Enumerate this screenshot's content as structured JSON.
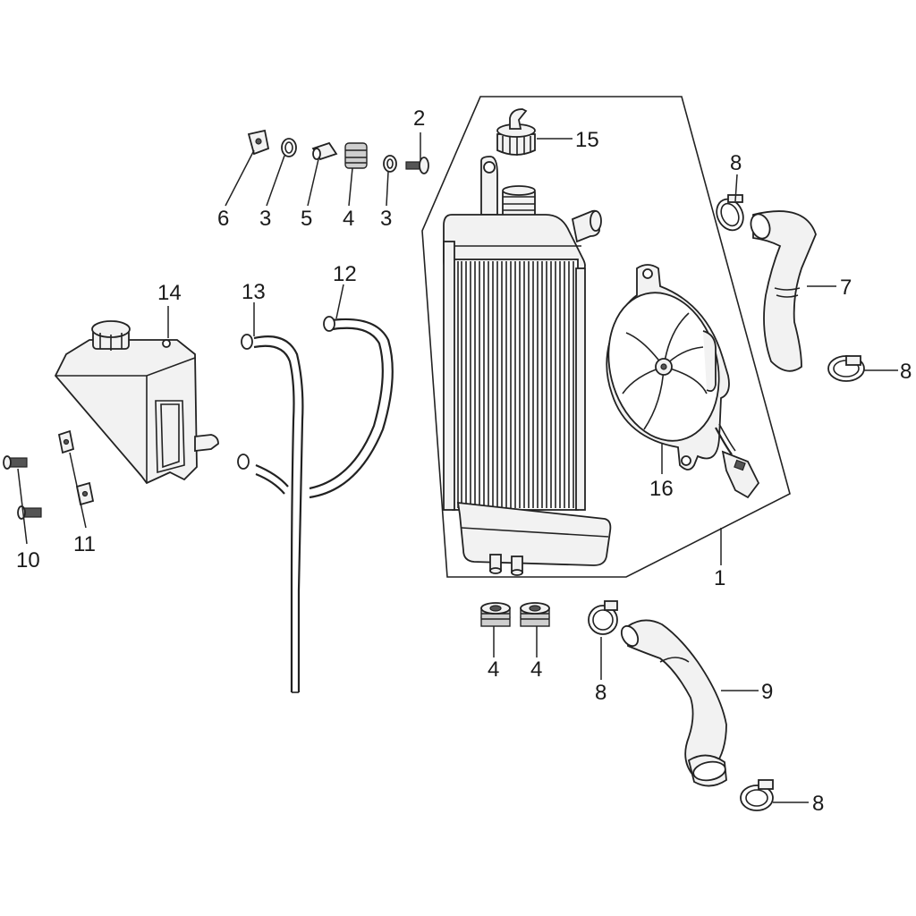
{
  "callouts": {
    "c1": "1",
    "c2": "2",
    "c3a": "3",
    "c3b": "3",
    "c4a": "4",
    "c4b": "4",
    "c4c": "4",
    "c5": "5",
    "c6": "6",
    "c7": "7",
    "c8a": "8",
    "c8b": "8",
    "c8c": "8",
    "c8d": "8",
    "c9": "9",
    "c10": "10",
    "c11": "11",
    "c12": "12",
    "c13": "13",
    "c14": "14",
    "c15": "15",
    "c16": "16"
  }
}
